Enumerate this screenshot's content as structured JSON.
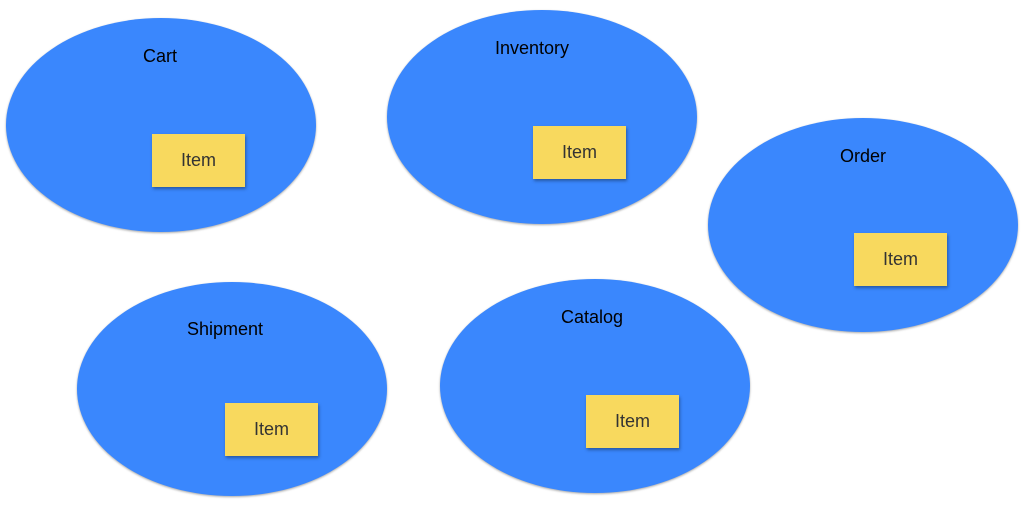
{
  "colors": {
    "context": "#3a87fd",
    "entity": "#f8d95e"
  },
  "contexts": [
    {
      "name": "Cart",
      "entity": "Item"
    },
    {
      "name": "Inventory",
      "entity": "Item"
    },
    {
      "name": "Order",
      "entity": "Item"
    },
    {
      "name": "Shipment",
      "entity": "Item"
    },
    {
      "name": "Catalog",
      "entity": "Item"
    }
  ]
}
